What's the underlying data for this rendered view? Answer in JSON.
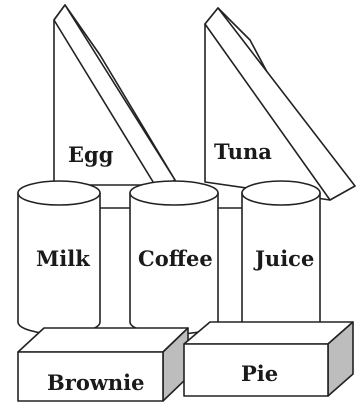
{
  "objects": {
    "egg": "Egg",
    "tuna": "Tuna",
    "milk": "Milk",
    "coffee": "Coffee",
    "juice": "Juice",
    "brownie": "Brownie",
    "pie": "Pie"
  },
  "colors": {
    "stroke": "#222222",
    "fill": "#ffffff",
    "box_side": "#bdbdbd"
  }
}
